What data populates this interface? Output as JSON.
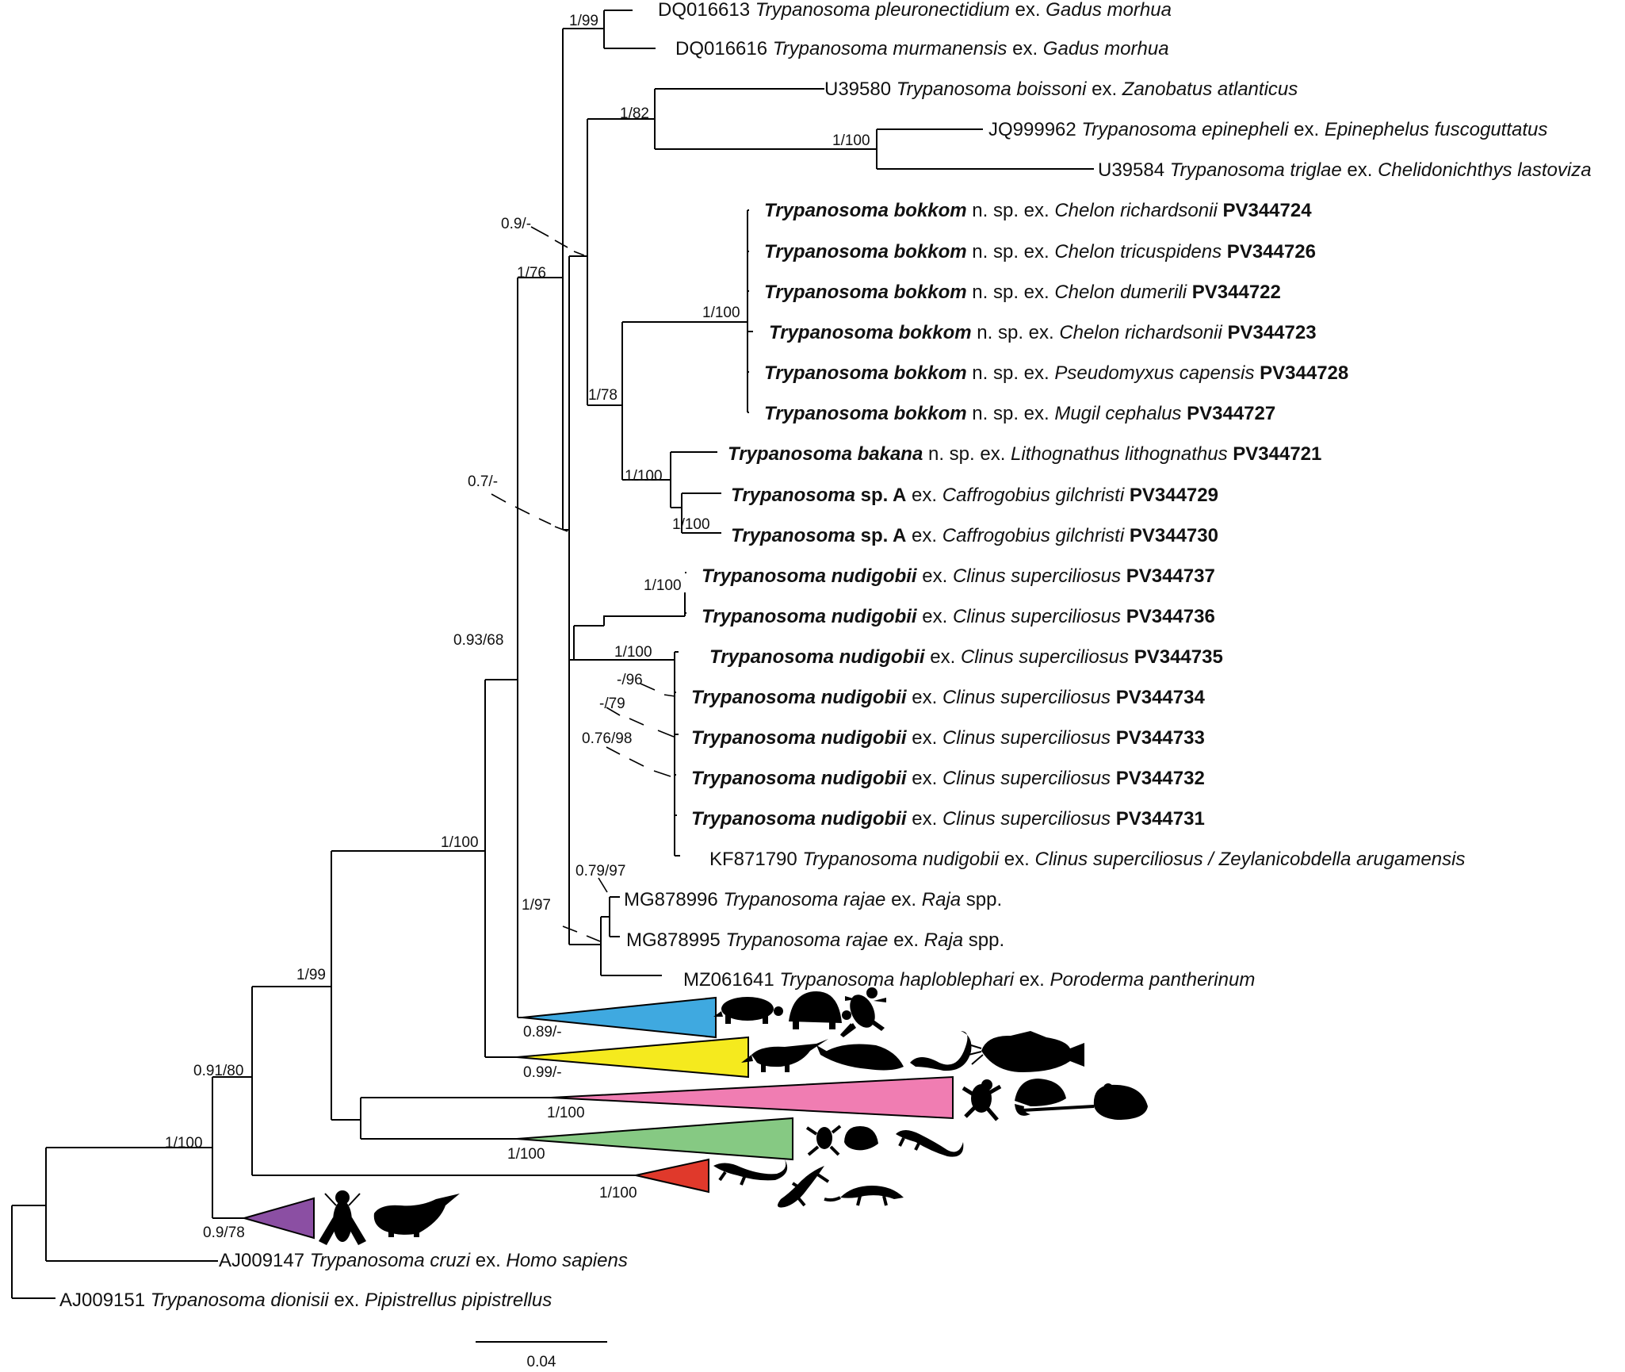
{
  "taxa": [
    {
      "segments": [
        {
          "t": "DQ016613 ",
          "s": ""
        },
        {
          "t": "Trypanosoma pleuronectidium",
          "s": "i"
        },
        {
          "t": " ex. ",
          "s": ""
        },
        {
          "t": "Gadus morhua",
          "s": "i"
        }
      ]
    },
    {
      "segments": [
        {
          "t": "DQ016616 ",
          "s": ""
        },
        {
          "t": "Trypanosoma murmanensis",
          "s": "i"
        },
        {
          "t": " ex. ",
          "s": ""
        },
        {
          "t": "Gadus morhua",
          "s": "i"
        }
      ]
    },
    {
      "segments": [
        {
          "t": "U39580 ",
          "s": ""
        },
        {
          "t": "Trypanosoma boissoni",
          "s": "i"
        },
        {
          "t": " ex. ",
          "s": ""
        },
        {
          "t": "Zanobatus atlanticus",
          "s": "i"
        }
      ]
    },
    {
      "segments": [
        {
          "t": "JQ999962 ",
          "s": ""
        },
        {
          "t": "Trypanosoma epinepheli",
          "s": "i"
        },
        {
          "t": " ex. ",
          "s": ""
        },
        {
          "t": "Epinephelus fuscoguttatus",
          "s": "i"
        }
      ]
    },
    {
      "segments": [
        {
          "t": "U39584 ",
          "s": ""
        },
        {
          "t": "Trypanosoma triglae",
          "s": "i"
        },
        {
          "t": " ex. ",
          "s": ""
        },
        {
          "t": "Chelidonichthys lastoviza",
          "s": "i"
        }
      ]
    },
    {
      "segments": [
        {
          "t": "Trypanosoma bokkom",
          "s": "bi"
        },
        {
          "t": " n. sp. ex. ",
          "s": ""
        },
        {
          "t": "Chelon richardsonii",
          "s": "i"
        },
        {
          "t": " PV344724",
          "s": "b"
        }
      ]
    },
    {
      "segments": [
        {
          "t": "Trypanosoma bokkom",
          "s": "bi"
        },
        {
          "t": " n. sp. ex. ",
          "s": ""
        },
        {
          "t": "Chelon tricuspidens",
          "s": "i"
        },
        {
          "t": " PV344726",
          "s": "b"
        }
      ]
    },
    {
      "segments": [
        {
          "t": "Trypanosoma bokkom",
          "s": "bi"
        },
        {
          "t": " n. sp. ex. ",
          "s": ""
        },
        {
          "t": "Chelon dumerili",
          "s": "i"
        },
        {
          "t": " PV344722",
          "s": "b"
        }
      ]
    },
    {
      "segments": [
        {
          "t": "Trypanosoma bokkom",
          "s": "bi"
        },
        {
          "t": " n. sp. ex. ",
          "s": ""
        },
        {
          "t": "Chelon richardsonii",
          "s": "i"
        },
        {
          "t": " PV344723",
          "s": "b"
        }
      ]
    },
    {
      "segments": [
        {
          "t": "Trypanosoma bokkom",
          "s": "bi"
        },
        {
          "t": " n. sp. ex. ",
          "s": ""
        },
        {
          "t": "Pseudomyxus capensis",
          "s": "i"
        },
        {
          "t": " PV344728",
          "s": "b"
        }
      ]
    },
    {
      "segments": [
        {
          "t": "Trypanosoma bokkom",
          "s": "bi"
        },
        {
          "t": " n. sp. ex. ",
          "s": ""
        },
        {
          "t": "Mugil cephalus",
          "s": "i"
        },
        {
          "t": " PV344727",
          "s": "b"
        }
      ]
    },
    {
      "segments": [
        {
          "t": "Trypanosoma bakana",
          "s": "bi"
        },
        {
          "t": " n. sp. ex. ",
          "s": ""
        },
        {
          "t": "Lithognathus lithognathus",
          "s": "i"
        },
        {
          "t": " PV344721",
          "s": "b"
        }
      ]
    },
    {
      "segments": [
        {
          "t": "Trypanosoma",
          "s": "bi"
        },
        {
          "t": " sp. A",
          "s": "b"
        },
        {
          "t": " ex. ",
          "s": ""
        },
        {
          "t": "Caffrogobius gilchristi",
          "s": "i"
        },
        {
          "t": " PV344729",
          "s": "b"
        }
      ]
    },
    {
      "segments": [
        {
          "t": "Trypanosoma",
          "s": "bi"
        },
        {
          "t": " sp. A",
          "s": "b"
        },
        {
          "t": " ex. ",
          "s": ""
        },
        {
          "t": "Caffrogobius gilchristi",
          "s": "i"
        },
        {
          "t": " PV344730",
          "s": "b"
        }
      ]
    },
    {
      "segments": [
        {
          "t": "Trypanosoma nudigobii",
          "s": "bi"
        },
        {
          "t": " ex. ",
          "s": ""
        },
        {
          "t": "Clinus superciliosus",
          "s": "i"
        },
        {
          "t": " PV344737",
          "s": "b"
        }
      ]
    },
    {
      "segments": [
        {
          "t": "Trypanosoma nudigobii",
          "s": "bi"
        },
        {
          "t": " ex. ",
          "s": ""
        },
        {
          "t": "Clinus superciliosus",
          "s": "i"
        },
        {
          "t": " PV344736",
          "s": "b"
        }
      ]
    },
    {
      "segments": [
        {
          "t": "Trypanosoma nudigobii",
          "s": "bi"
        },
        {
          "t": " ex. ",
          "s": ""
        },
        {
          "t": "Clinus superciliosus",
          "s": "i"
        },
        {
          "t": " PV344735",
          "s": "b"
        }
      ]
    },
    {
      "segments": [
        {
          "t": "Trypanosoma nudigobii",
          "s": "bi"
        },
        {
          "t": " ex. ",
          "s": ""
        },
        {
          "t": "Clinus superciliosus",
          "s": "i"
        },
        {
          "t": " PV344734",
          "s": "b"
        }
      ]
    },
    {
      "segments": [
        {
          "t": "Trypanosoma nudigobii",
          "s": "bi"
        },
        {
          "t": " ex. ",
          "s": ""
        },
        {
          "t": "Clinus superciliosus",
          "s": "i"
        },
        {
          "t": " PV344733",
          "s": "b"
        }
      ]
    },
    {
      "segments": [
        {
          "t": "Trypanosoma nudigobii",
          "s": "bi"
        },
        {
          "t": " ex. ",
          "s": ""
        },
        {
          "t": "Clinus superciliosus",
          "s": "i"
        },
        {
          "t": " PV344732",
          "s": "b"
        }
      ]
    },
    {
      "segments": [
        {
          "t": "Trypanosoma nudigobii",
          "s": "bi"
        },
        {
          "t": " ex. ",
          "s": ""
        },
        {
          "t": "Clinus superciliosus",
          "s": "i"
        },
        {
          "t": " PV344731",
          "s": "b"
        }
      ]
    },
    {
      "segments": [
        {
          "t": "KF871790 ",
          "s": ""
        },
        {
          "t": "Trypanosoma nudigobii",
          "s": "i"
        },
        {
          "t": " ex. ",
          "s": ""
        },
        {
          "t": "Clinus superciliosus / Zeylanicobdella arugamensis",
          "s": "i"
        }
      ]
    },
    {
      "segments": [
        {
          "t": "MG878996 ",
          "s": ""
        },
        {
          "t": "Trypanosoma rajae",
          "s": "i"
        },
        {
          "t": " ex. ",
          "s": ""
        },
        {
          "t": "Raja",
          "s": "i"
        },
        {
          "t": " spp.",
          "s": ""
        }
      ]
    },
    {
      "segments": [
        {
          "t": "MG878995 ",
          "s": ""
        },
        {
          "t": "Trypanosoma rajae",
          "s": "i"
        },
        {
          "t": " ex. ",
          "s": ""
        },
        {
          "t": "Raja",
          "s": "i"
        },
        {
          "t": " spp.",
          "s": ""
        }
      ]
    },
    {
      "segments": [
        {
          "t": "MZ061641 ",
          "s": ""
        },
        {
          "t": "Trypanosoma haploblephari",
          "s": "i"
        },
        {
          "t": " ex. ",
          "s": ""
        },
        {
          "t": "Poroderma pantherinum",
          "s": "i"
        }
      ]
    },
    {
      "segments": [
        {
          "t": "AJ009147 ",
          "s": ""
        },
        {
          "t": "Trypanosoma cruzi",
          "s": "i"
        },
        {
          "t": " ex. ",
          "s": ""
        },
        {
          "t": "Homo sapiens",
          "s": "i"
        }
      ]
    },
    {
      "segments": [
        {
          "t": "AJ009151 ",
          "s": ""
        },
        {
          "t": "Trypanosoma dionisii",
          "s": "i"
        },
        {
          "t": " ex. ",
          "s": ""
        },
        {
          "t": "Pipistrellus pipistrellus",
          "s": "i"
        }
      ]
    }
  ],
  "support_values": [
    "1/99",
    "1/82",
    "1/100",
    "0.9/-",
    "1/76",
    "1/100",
    "1/78",
    "1/100",
    "1/100",
    "0.7/-",
    "1/100",
    "1/100",
    "-/96",
    "-/79",
    "0.76/98",
    "0.93/68",
    "0.79/97",
    "1/97",
    "1/100",
    "0.89/-",
    "0.99/-",
    "1/99",
    "1/100",
    "1/100",
    "0.91/80",
    "1/100",
    "1/100",
    "0.9/78"
  ],
  "collapsed_clades": [
    {
      "color": "#3fa9e0",
      "icons": [
        "turtle-icon",
        "tortoise-icon",
        "frog-icon"
      ]
    },
    {
      "color": "#f5ea1e",
      "icons": [
        "crocodile-icon",
        "manatee-icon",
        "eel-icon",
        "catfish-icon"
      ]
    },
    {
      "color": "#f07db2",
      "icons": [
        "treefrog-icon",
        "chameleon-icon",
        "toad-icon"
      ]
    },
    {
      "color": "#86c983",
      "icons": [
        "frog-icon",
        "toad-icon",
        "salamander-icon"
      ]
    },
    {
      "color": "#e0392b",
      "icons": [
        "lizard-icon",
        "gecko-icon",
        "iguana-icon"
      ]
    },
    {
      "color": "#8b4fa3",
      "icons": [
        "fly-icon",
        "crocodile-icon"
      ]
    }
  ],
  "scale_bar": {
    "label": "0.04"
  }
}
